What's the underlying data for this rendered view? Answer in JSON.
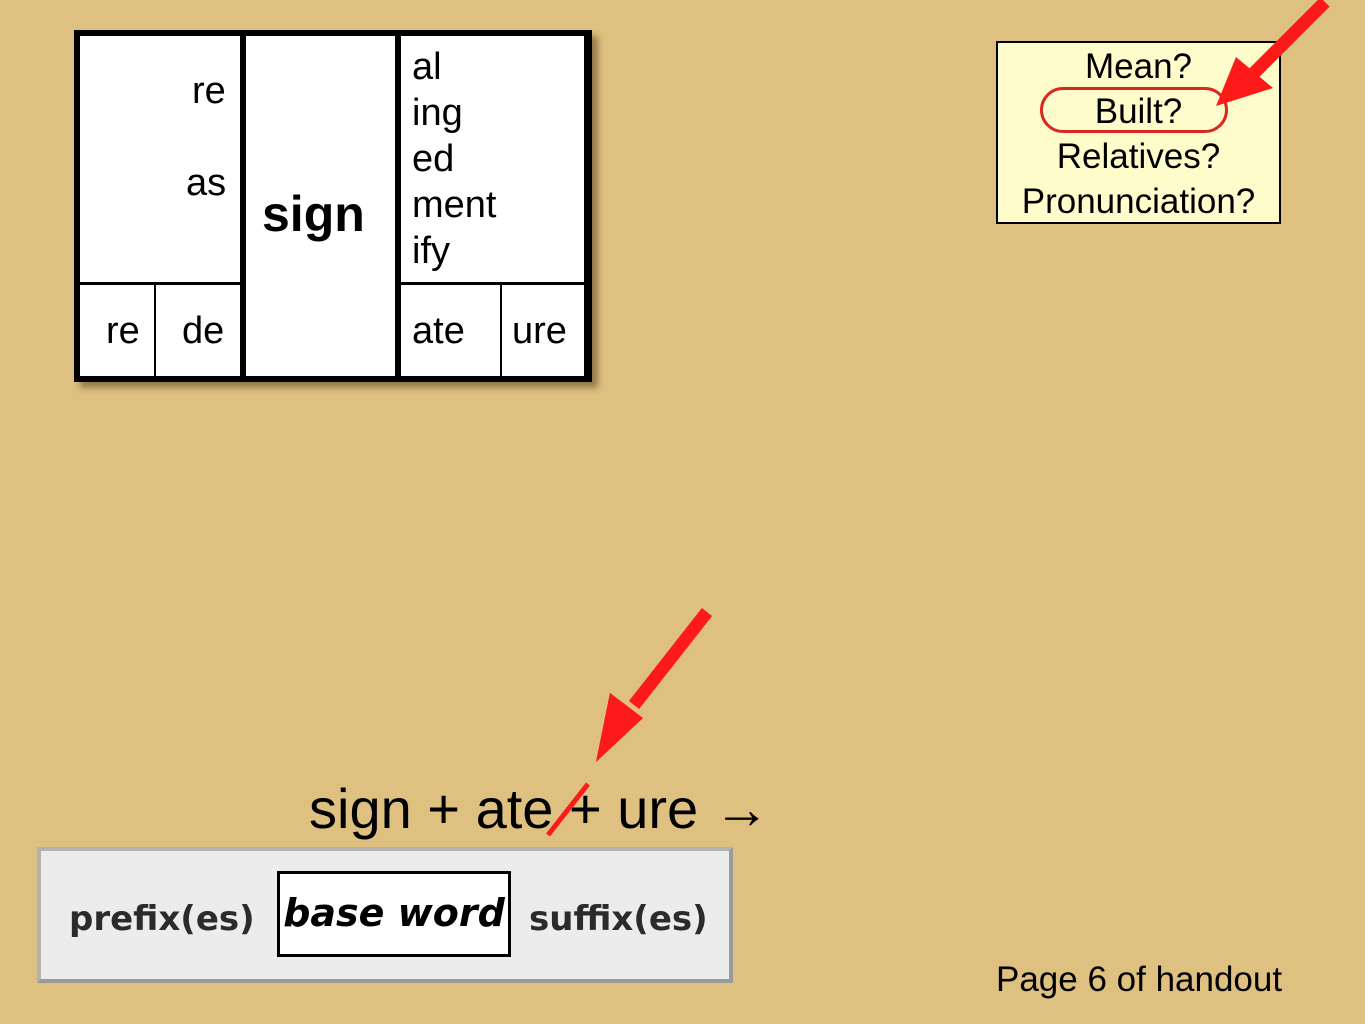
{
  "matrix": {
    "prefixes_top": [
      "re",
      "as"
    ],
    "base": "sign",
    "suffixes_top": [
      "al",
      "ing",
      "ed",
      "ment",
      "ify"
    ],
    "prefixes_bottom": [
      "re",
      "de"
    ],
    "suffixes_bottom": [
      "ate",
      "ure"
    ]
  },
  "questions": [
    "Mean?",
    "Built?",
    "Relatives?",
    "Pronunciation?"
  ],
  "highlighted_question": "Built?",
  "formula": {
    "base": "sign",
    "plus": "+",
    "suffix1": "ate",
    "suffix2": "ure",
    "arrow": "→"
  },
  "legend": {
    "prefix": "prefix(es)",
    "base": "base word",
    "suffix": "suffix(es)"
  },
  "page_note": "Page 6 of handout",
  "colors": {
    "background": "#dec181",
    "annotation_red": "#ff1a1a",
    "question_box": "#fffccc"
  }
}
